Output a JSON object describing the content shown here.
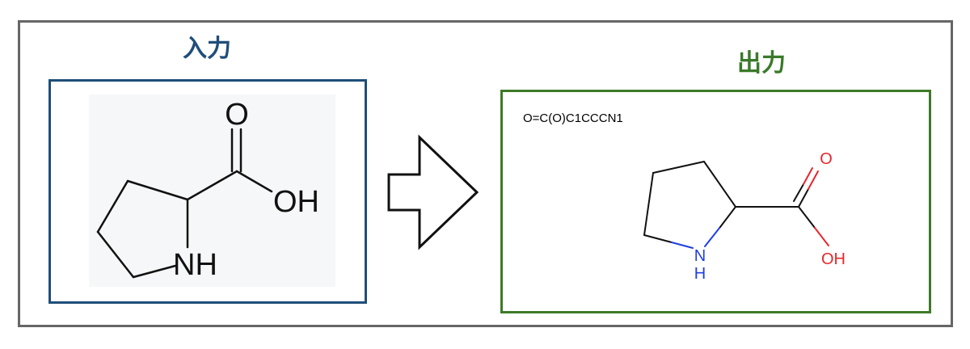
{
  "input": {
    "heading": "入力",
    "atoms": {
      "carbonyl_o": "O",
      "hydroxyl": "OH",
      "amine": "NH"
    }
  },
  "output": {
    "heading": "出力",
    "smiles": "O=C(O)C1CCCN1",
    "atoms": {
      "carbonyl_o": "O",
      "hydroxyl": "OH",
      "amine_n": "N",
      "amine_h": "H"
    }
  },
  "colors": {
    "input_accent": "#1f4e79",
    "output_accent": "#3d7a28",
    "oxygen": "#e8262a",
    "nitrogen": "#1f3fe0"
  },
  "icons": [
    "right-arrow-icon"
  ]
}
